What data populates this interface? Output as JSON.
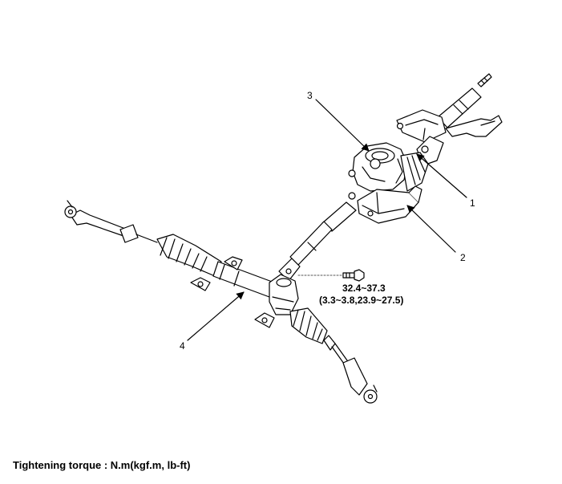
{
  "callouts": {
    "c1": "1",
    "c2": "2",
    "c3": "3",
    "c4": "4"
  },
  "torque_spec": {
    "value": "32.4~37.3",
    "conversions": "(3.3~3.8,23.9~27.5)"
  },
  "footer": {
    "note": "Tightening torque : N.m(kgf.m, lb-ft)"
  },
  "colors": {
    "line": "#000000",
    "background": "#ffffff",
    "leader_dashed": "#555555"
  }
}
